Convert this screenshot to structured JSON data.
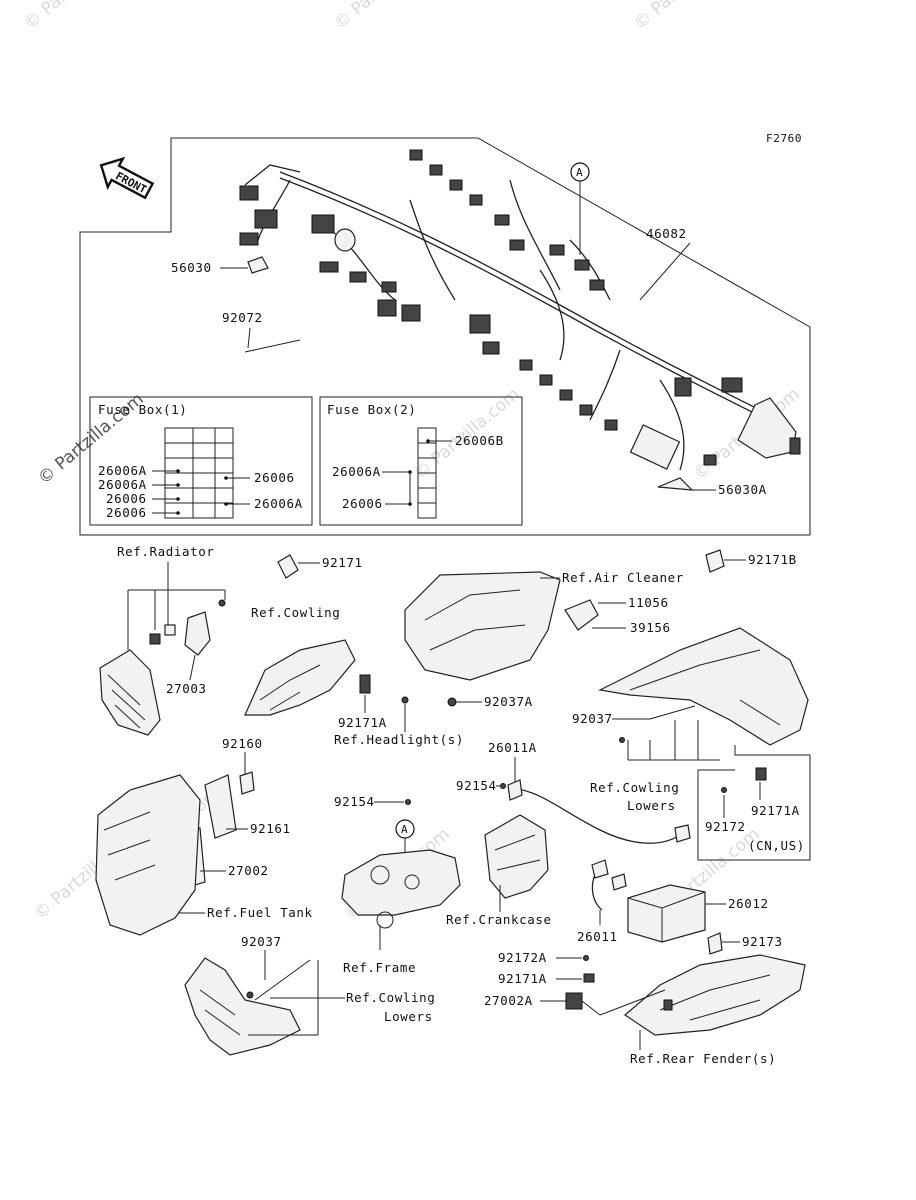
{
  "figure_code": "F2760",
  "front_tag": "FRONT",
  "ref_marker": "A",
  "watermark": "© Partzilla.com",
  "fuse_box_1": {
    "title": "Fuse Box(1)",
    "labels": [
      "26006A",
      "26006A",
      "26006",
      "26006",
      "26006",
      "26006A"
    ]
  },
  "fuse_box_2": {
    "title": "Fuse Box(2)",
    "labels": [
      "26006B",
      "26006A",
      "26006"
    ]
  },
  "parts": {
    "p46082": "46082",
    "p56030": "56030",
    "p92072": "92072",
    "p56030A": "56030A",
    "p92171": "92171",
    "p92171B": "92171B",
    "p11056": "11056",
    "p39156": "39156",
    "p27003": "27003",
    "p92171A_a": "92171A",
    "p92037A": "92037A",
    "p92037_a": "92037",
    "p92160": "92160",
    "p92161": "92161",
    "p27002": "27002",
    "p26011A": "26011A",
    "p92154_a": "92154",
    "p92154_b": "92154",
    "p92171A_b": "92171A",
    "p92172": "92172",
    "p26012": "26012",
    "p26011": "26011",
    "p92173": "92173",
    "p92037_b": "92037",
    "p92172A": "92172A",
    "p92171A_c": "92171A",
    "p27002A": "27002A"
  },
  "refs": {
    "radiator": "Ref.Radiator",
    "cowling": "Ref.Cowling",
    "air_cleaner": "Ref.Air Cleaner",
    "headlight": "Ref.Headlight(s)",
    "cowling_lowers_1a": "Ref.Cowling",
    "cowling_lowers_1b": "Lowers",
    "fuel_tank": "Ref.Fuel Tank",
    "crankcase": "Ref.Crankcase",
    "frame": "Ref.Frame",
    "cowling_lowers_2a": "Ref.Cowling",
    "cowling_lowers_2b": "Lowers",
    "rear_fender": "Ref.Rear Fender(s)"
  },
  "region_note": "(CN,US)"
}
